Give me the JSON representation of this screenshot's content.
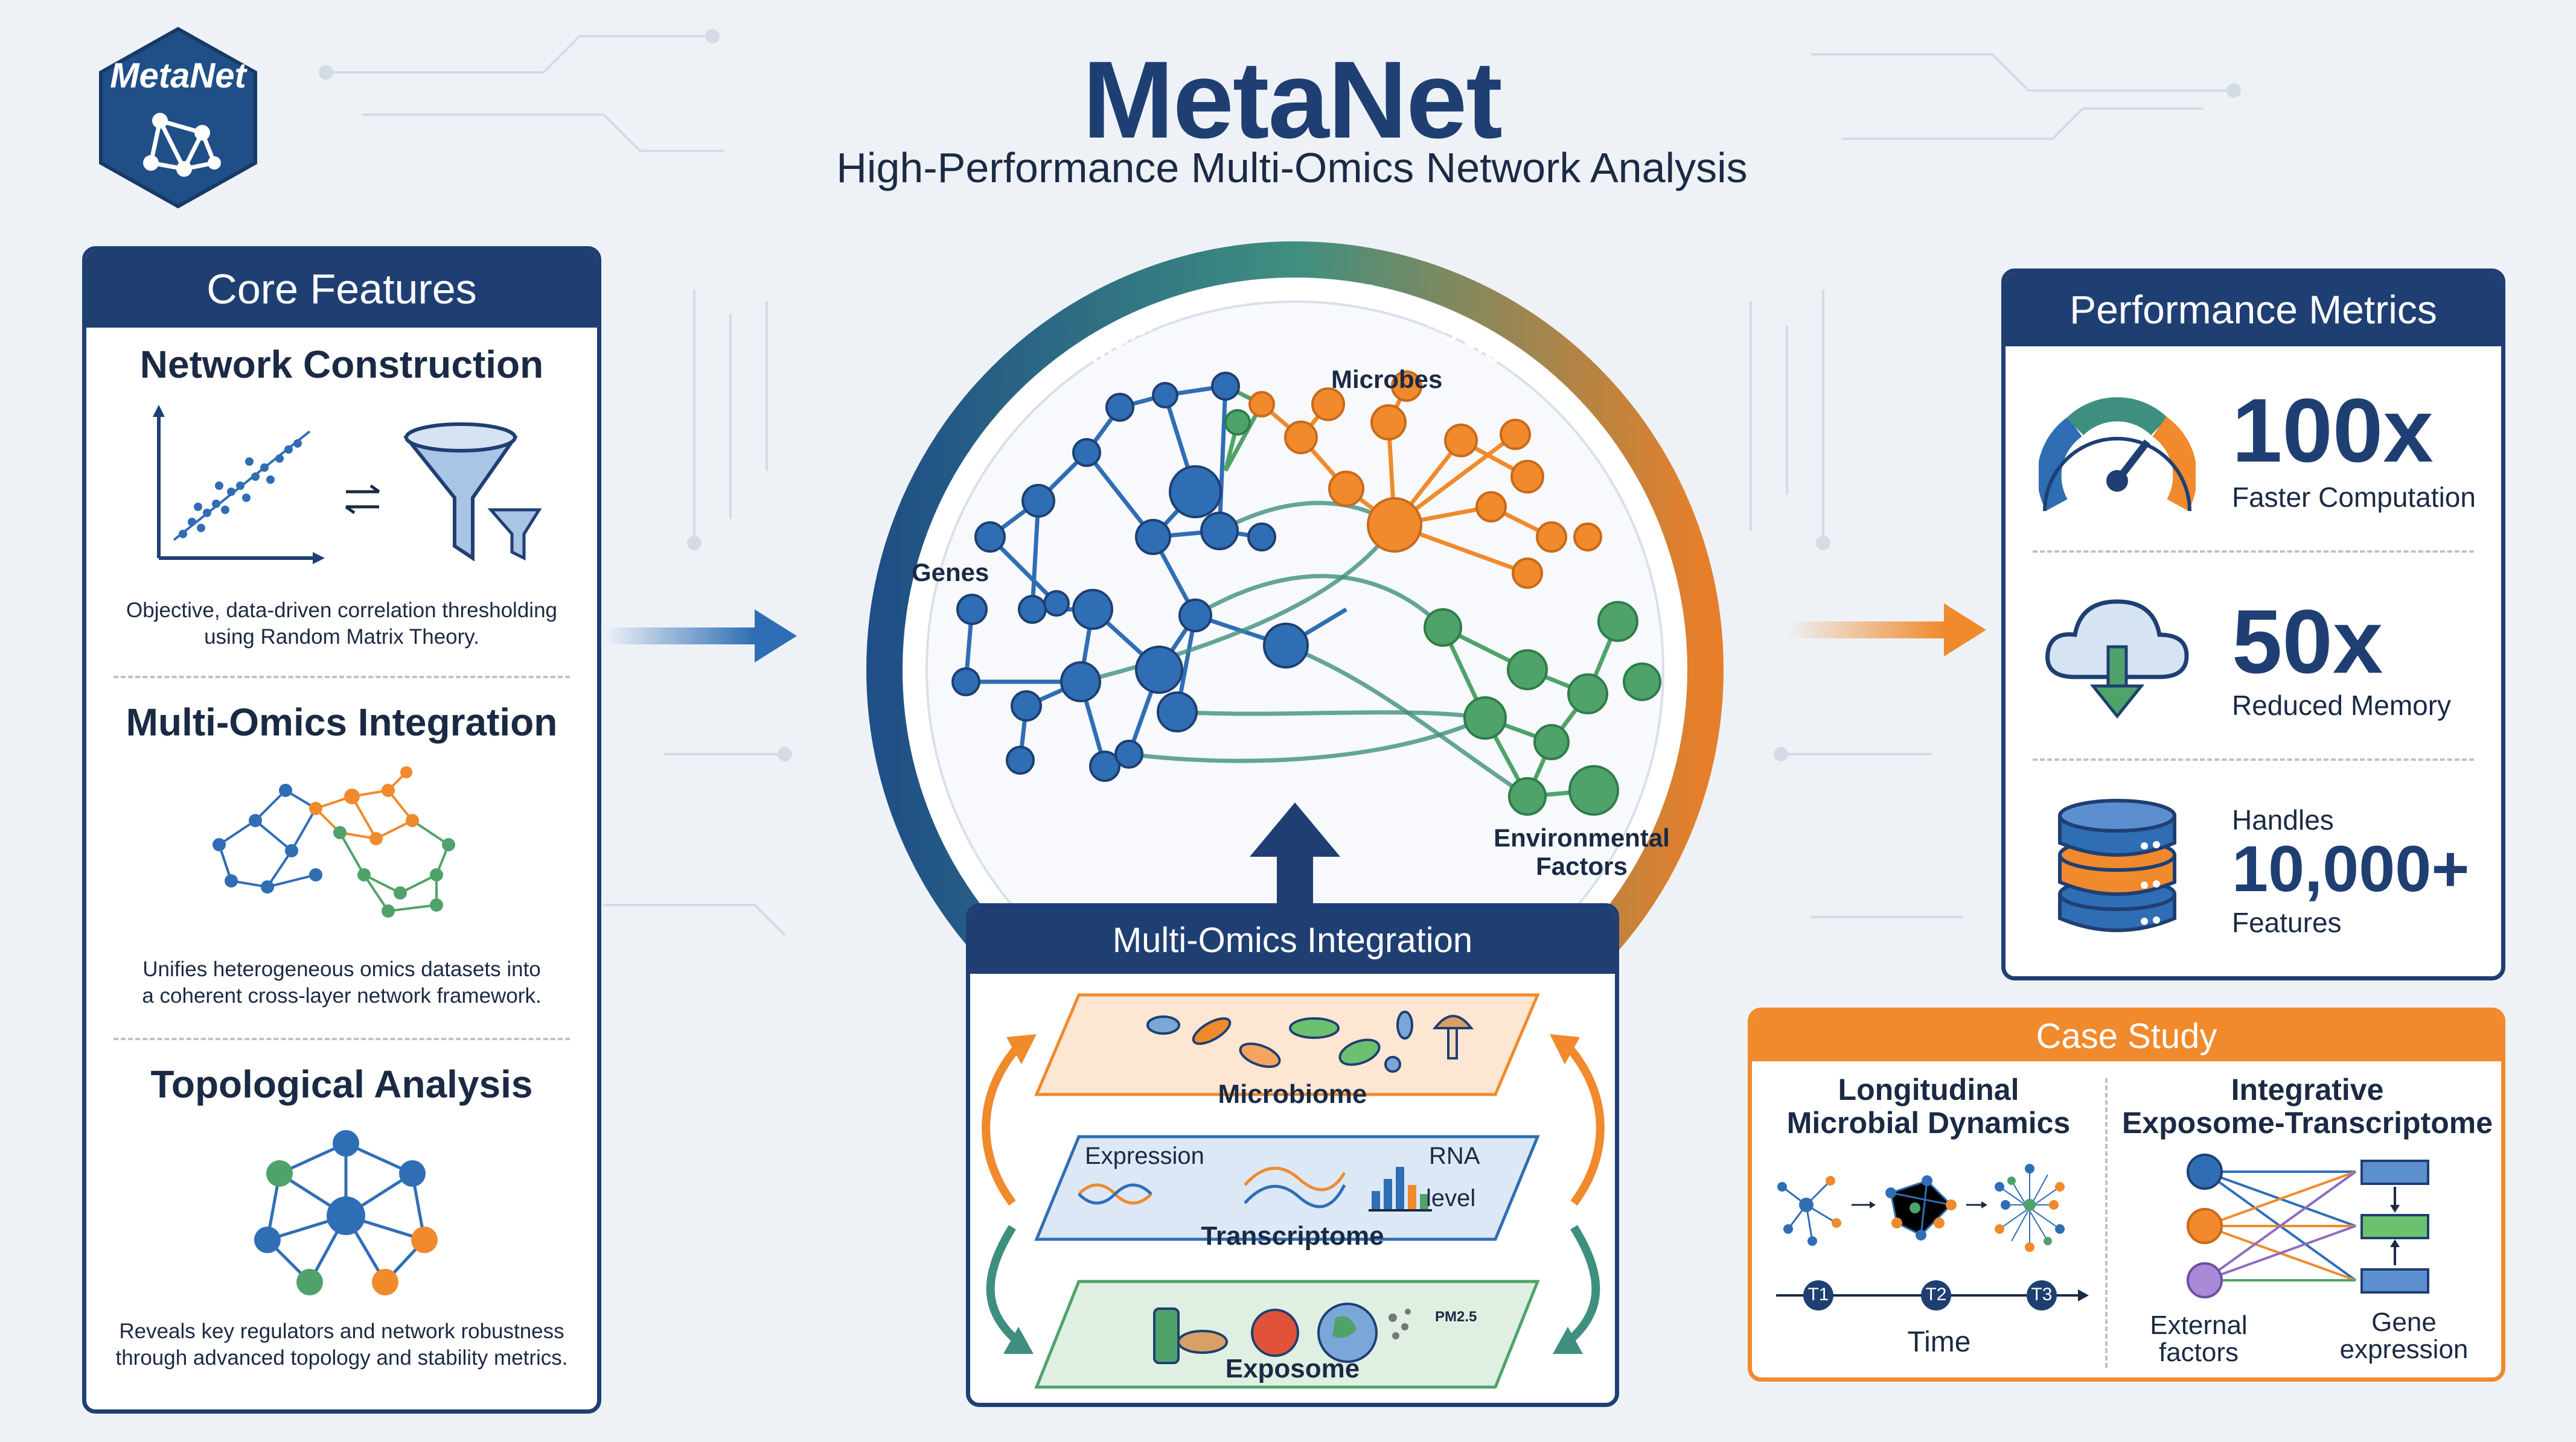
{
  "logo": {
    "text": "MetaNet"
  },
  "header": {
    "title": "MetaNet",
    "subtitle": "High-Performance Multi-Omics Network Analysis"
  },
  "core_features": {
    "title": "Core Features",
    "sections": [
      {
        "title": "Network Construction",
        "desc_line1": "Objective, data-driven correlation thresholding",
        "desc_line2": "using Random Matrix Theory."
      },
      {
        "title": "Multi-Omics Integration",
        "desc_line1": "Unifies heterogeneous omics datasets into",
        "desc_line2": "a coherent cross-layer network framework."
      },
      {
        "title": "Topological Analysis",
        "desc_line1": "Reveals key regulators and network robustness",
        "desc_line2": "through advanced topology and stability metrics."
      }
    ]
  },
  "center": {
    "arc_label": "Multi-Omics Network Analysis",
    "labels": {
      "genes": "Genes",
      "microbes": "Microbes",
      "env_line1": "Environmental",
      "env_line2": "Factors"
    },
    "colors": {
      "genes": "#2f6eb5",
      "microbes": "#f08a2c",
      "environment": "#4fa36a",
      "navy": "#1f3f73"
    }
  },
  "integration": {
    "title": "Multi-Omics Integration",
    "layers": {
      "microbiome": "Microbiome",
      "transcriptome": "Transcriptome",
      "expression": "Expression",
      "rna": "RNA",
      "level": "level",
      "exposome": "Exposome",
      "pm": "PM2.5"
    }
  },
  "performance": {
    "title": "Performance Metrics",
    "metrics": [
      {
        "value": "100x",
        "label": "Faster Computation",
        "icon": "speedometer-icon"
      },
      {
        "value": "50x",
        "label": "Reduced Memory",
        "icon": "cloud-download-icon"
      },
      {
        "prefix": "Handles",
        "value": "10,000+",
        "label": "Features",
        "icon": "database-icon"
      }
    ]
  },
  "case_study": {
    "title": "Case Study",
    "left": {
      "title_line1": "Longitudinal",
      "title_line2": "Microbial Dynamics",
      "t1": "T1",
      "t2": "T2",
      "t3": "T3",
      "time": "Time"
    },
    "right": {
      "title_line1": "Integrative",
      "title_line2": "Exposome-Transcriptome",
      "external_line1": "External",
      "external_line2": "factors",
      "gene_line1": "Gene",
      "gene_line2": "expression"
    }
  }
}
